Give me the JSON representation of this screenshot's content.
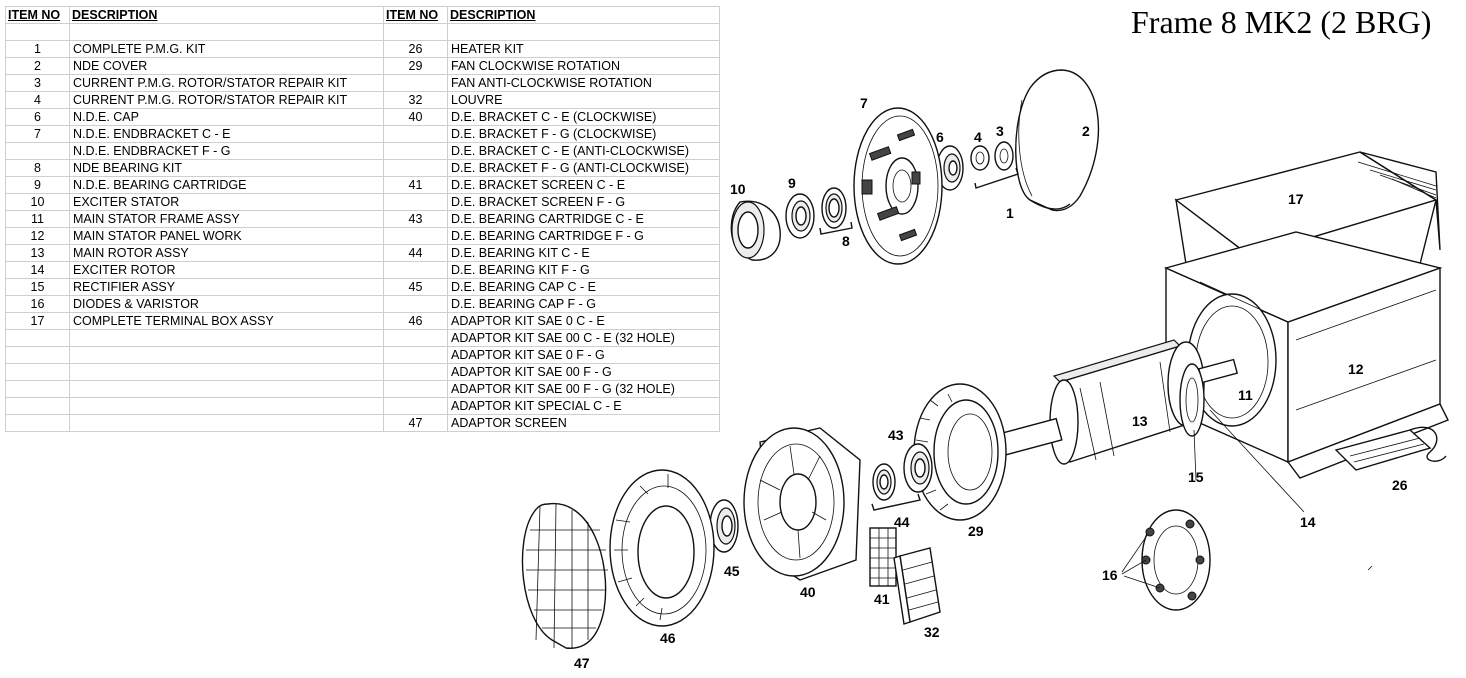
{
  "title": "Frame 8 MK2 (2 BRG)",
  "headers": {
    "item_no": "ITEM NO",
    "description": "DESCRIPTION",
    "item_no_2": "ITEM NO",
    "description_2": "DESCRIPTION"
  },
  "rows": [
    {
      "a_no": "",
      "a_desc": "",
      "b_no": "",
      "b_desc": ""
    },
    {
      "a_no": "1",
      "a_desc": "COMPLETE P.M.G. KIT",
      "b_no": "26",
      "b_desc": "HEATER KIT"
    },
    {
      "a_no": "2",
      "a_desc": "NDE  COVER",
      "b_no": "29",
      "b_desc": "FAN CLOCKWISE ROTATION"
    },
    {
      "a_no": "3",
      "a_desc": "CURRENT P.M.G. ROTOR/STATOR REPAIR KIT",
      "b_no": "",
      "b_desc": "FAN ANTI-CLOCKWISE ROTATION"
    },
    {
      "a_no": "4",
      "a_desc": "CURRENT P.M.G. ROTOR/STATOR REPAIR KIT",
      "b_no": "32",
      "b_desc": "LOUVRE"
    },
    {
      "a_no": "6",
      "a_desc": "N.D.E. CAP",
      "b_no": "40",
      "b_desc": "D.E. BRACKET C - E (CLOCKWISE)"
    },
    {
      "a_no": "7",
      "a_desc": "N.D.E. ENDBRACKET C - E",
      "b_no": "",
      "b_desc": "D.E. BRACKET F - G (CLOCKWISE)"
    },
    {
      "a_no": "",
      "a_desc": "N.D.E. ENDBRACKET F - G",
      "b_no": "",
      "b_desc": "D.E. BRACKET C - E (ANTI-CLOCKWISE)"
    },
    {
      "a_no": "8",
      "a_desc": "NDE BEARING KIT",
      "b_no": "",
      "b_desc": "D.E. BRACKET F - G (ANTI-CLOCKWISE)"
    },
    {
      "a_no": "9",
      "a_desc": "N.D.E. BEARING CARTRIDGE",
      "b_no": "41",
      "b_desc": "D.E. BRACKET SCREEN C - E"
    },
    {
      "a_no": "10",
      "a_desc": "EXCITER STATOR",
      "b_no": "",
      "b_desc": "D.E. BRACKET SCREEN F - G"
    },
    {
      "a_no": "11",
      "a_desc": "MAIN STATOR FRAME ASSY",
      "b_no": "43",
      "b_desc": "D.E. BEARING CARTRIDGE C - E"
    },
    {
      "a_no": "12",
      "a_desc": "MAIN STATOR PANEL WORK",
      "b_no": "",
      "b_desc": "D.E. BEARING CARTRIDGE F - G"
    },
    {
      "a_no": "13",
      "a_desc": "MAIN ROTOR ASSY",
      "b_no": "44",
      "b_desc": "D.E. BEARING KIT C - E"
    },
    {
      "a_no": "14",
      "a_desc": "EXCITER ROTOR",
      "b_no": "",
      "b_desc": "D.E. BEARING KIT F - G"
    },
    {
      "a_no": "15",
      "a_desc": "RECTIFIER ASSY",
      "b_no": "45",
      "b_desc": "D.E. BEARING CAP C - E"
    },
    {
      "a_no": "16",
      "a_desc": "DIODES & VARISTOR",
      "b_no": "",
      "b_desc": "D.E. BEARING CAP F - G"
    },
    {
      "a_no": "17",
      "a_desc": "COMPLETE TERMINAL BOX ASSY",
      "b_no": "46",
      "b_desc": "ADAPTOR KIT SAE 0  C - E"
    },
    {
      "a_no": "",
      "a_desc": "",
      "b_no": "",
      "b_desc": "ADAPTOR KIT SAE 00 C - E  (32 HOLE)"
    },
    {
      "a_no": "",
      "a_desc": "",
      "b_no": "",
      "b_desc": "ADAPTOR KIT SAE 0  F - G"
    },
    {
      "a_no": "",
      "a_desc": "",
      "b_no": "",
      "b_desc": "ADAPTOR KIT SAE 00 F - G"
    },
    {
      "a_no": "",
      "a_desc": "",
      "b_no": "",
      "b_desc": "ADAPTOR KIT SAE 00 F - G (32 HOLE)"
    },
    {
      "a_no": "",
      "a_desc": "",
      "b_no": "",
      "b_desc": "ADAPTOR KIT SPECIAL C  - E"
    },
    {
      "a_no": "",
      "a_desc": "",
      "b_no": "47",
      "b_desc": "ADAPTOR SCREEN"
    }
  ],
  "callouts": {
    "c1": "1",
    "c2": "2",
    "c3": "3",
    "c4": "4",
    "c6": "6",
    "c7": "7",
    "c8": "8",
    "c9": "9",
    "c10": "10",
    "c11": "11",
    "c12": "12",
    "c13": "13",
    "c14": "14",
    "c15": "15",
    "c16": "16",
    "c17": "17",
    "c26": "26",
    "c29": "29",
    "c32": "32",
    "c40": "40",
    "c41": "41",
    "c43": "43",
    "c44": "44",
    "c45": "45",
    "c46": "46",
    "c47": "47"
  }
}
